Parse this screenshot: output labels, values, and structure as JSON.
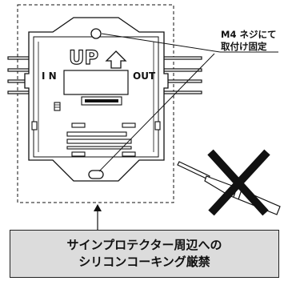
{
  "callout": {
    "line1": "M4 ネジにて",
    "line2": "取付け固定"
  },
  "device": {
    "label_up": "UP",
    "label_in": "I N",
    "label_out": "OUT"
  },
  "warning": {
    "line1": "サインプロテクター周辺への",
    "line2": "シリコンコーキング厳禁"
  },
  "icons": {
    "prohibit_mark": "x-mark-icon",
    "caulk_tube": "silicone-caulk-tube-icon",
    "pointer_arrow": "arrow-down-icon"
  },
  "colors": {
    "line": "#111111",
    "box_fill": "#dcdcdc",
    "cross": "#111111"
  }
}
